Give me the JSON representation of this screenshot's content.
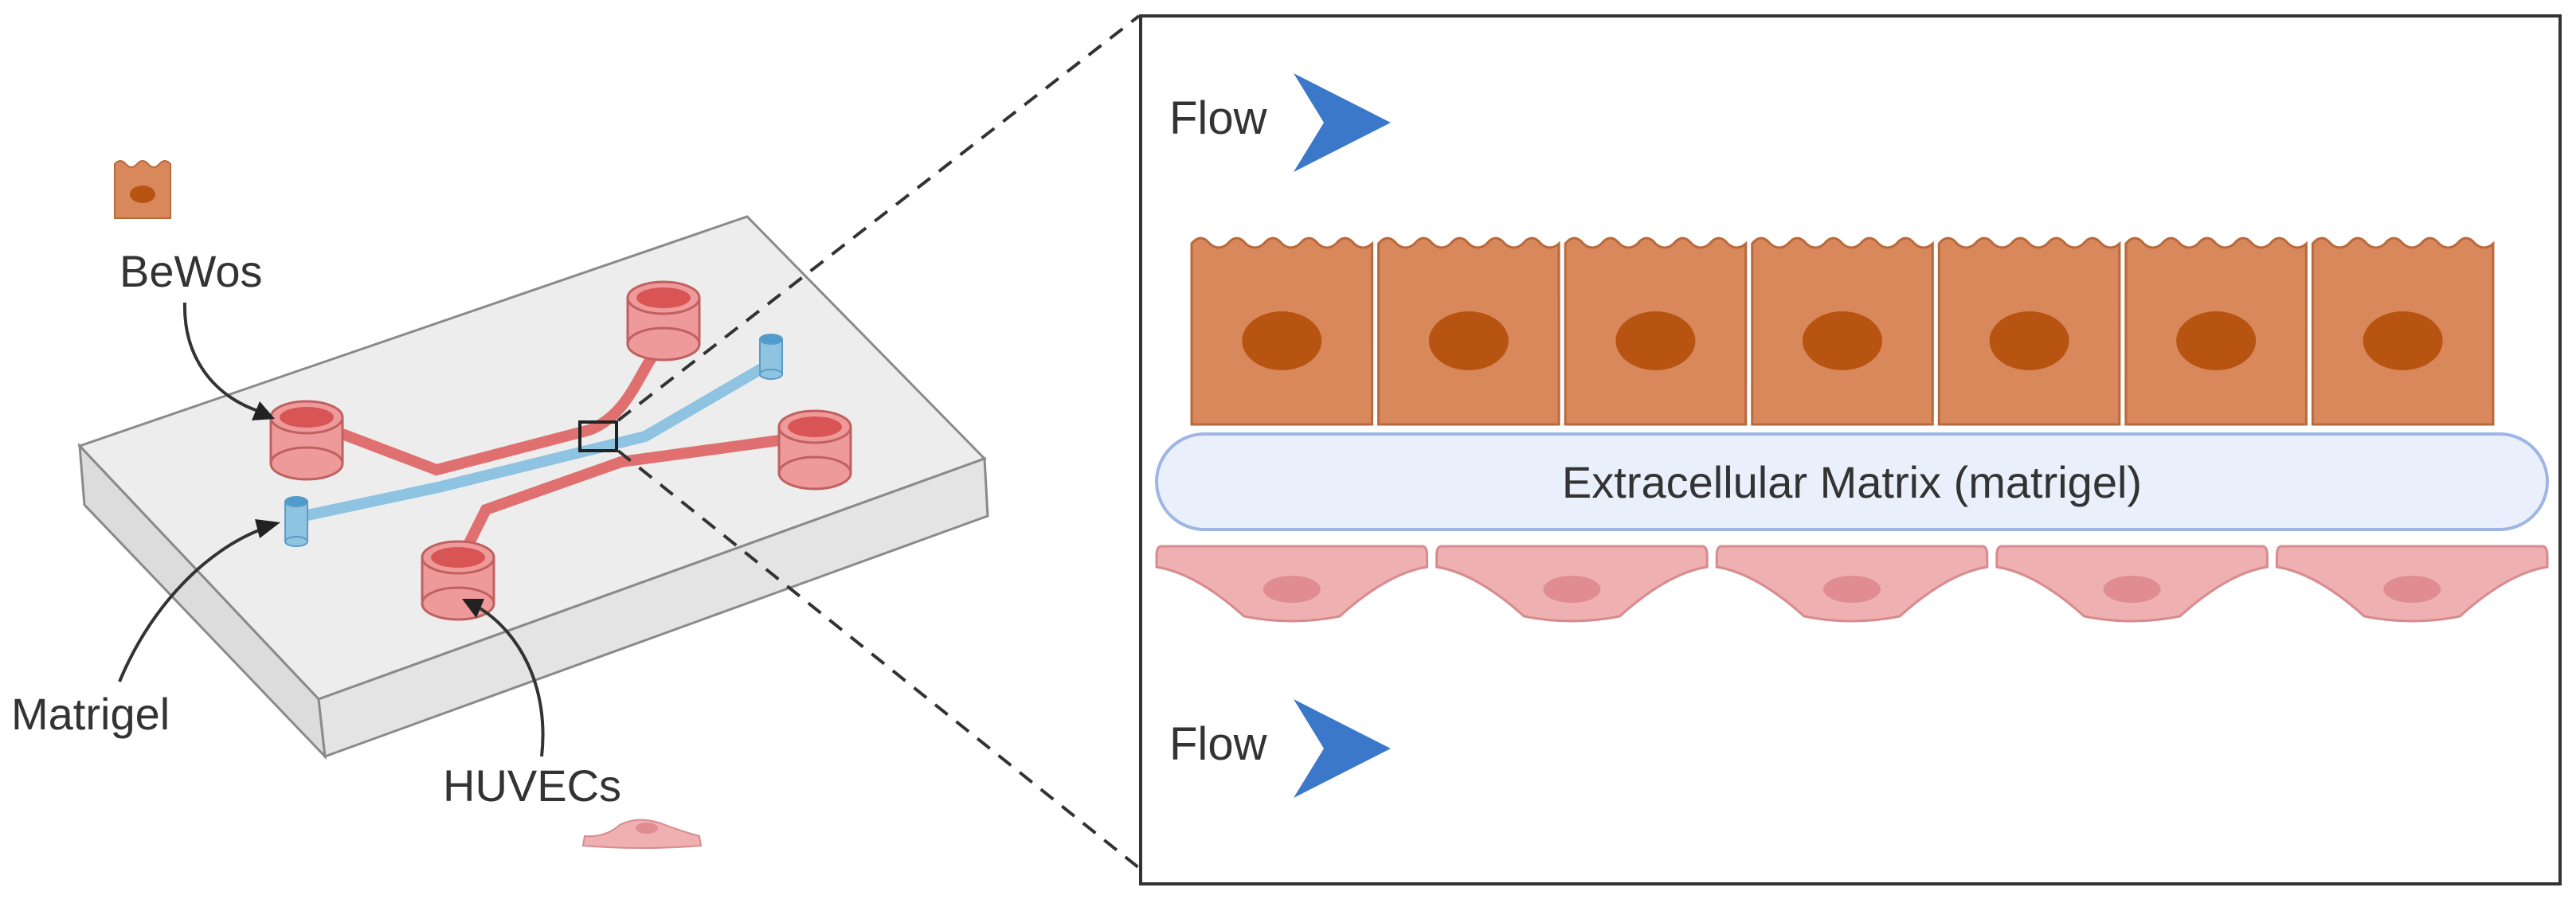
{
  "labels": {
    "bewos": "BeWos",
    "matrigel": "Matrigel",
    "huvecs": "HUVECs",
    "flow_top": "Flow",
    "flow_bottom": "Flow",
    "ecm": "Extracellular Matrix (matrigel)"
  },
  "colors": {
    "bewo_fill": "#d8885a",
    "bewo_stroke": "#b86a3c",
    "bewo_nucleus": "#b85412",
    "huvec_fill": "#eeb0b0",
    "huvec_stroke": "#d98a8e",
    "huvec_nucleus": "#e08c90",
    "ecm_fill": "#eaf0fb",
    "ecm_stroke": "#9fb5e6",
    "arrow_blue": "#3b78c9",
    "channel_red": "#e07070",
    "channel_blue": "#8ec3e2",
    "port_red": "#ef9a9a",
    "port_red_inner": "#d95555",
    "chip_top": "#ededed",
    "chip_side": "#dadada",
    "chip_edge": "#8a8a8a"
  },
  "counts": {
    "bewo_cells": 7,
    "huvec_cells": 5
  }
}
